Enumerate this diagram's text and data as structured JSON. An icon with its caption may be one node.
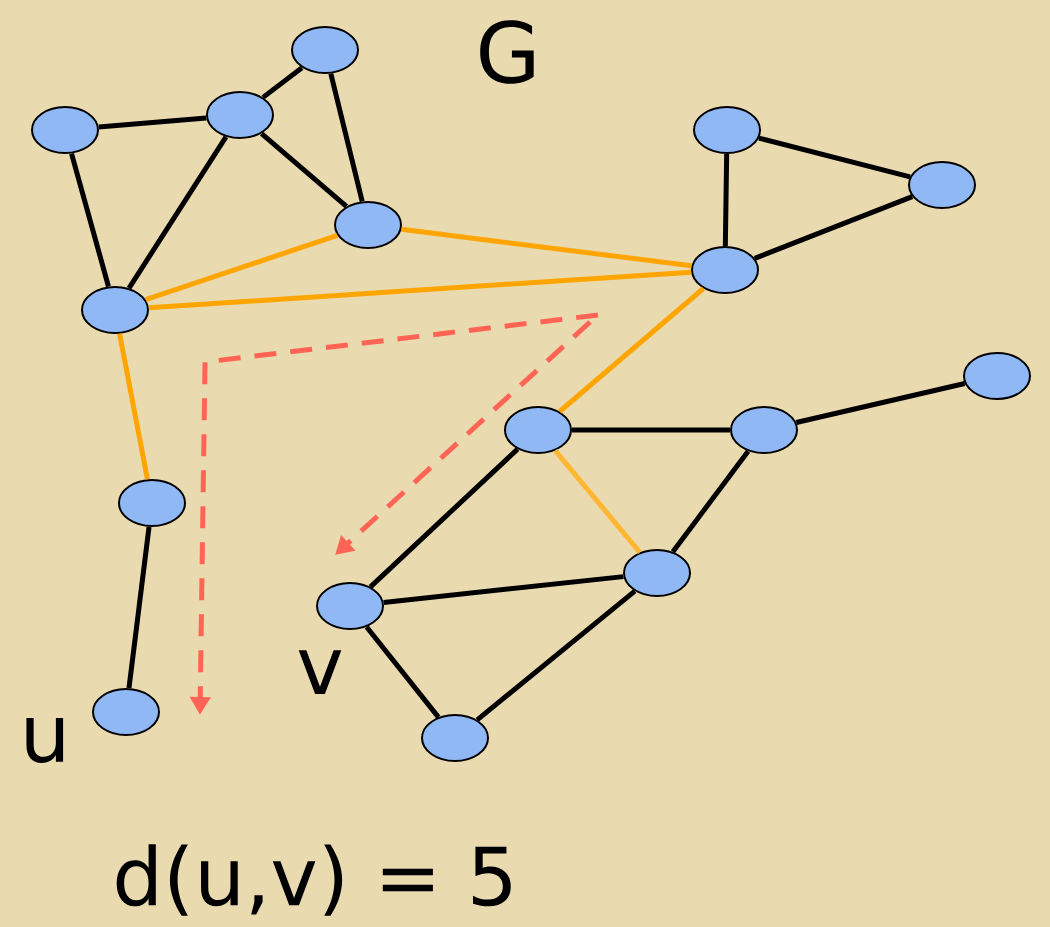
{
  "diagram": {
    "title": "G",
    "caption": "d(u,v) = 5",
    "nodes": [
      {
        "text": [],
        "shape": "circle"
      },
      {
        "text": [],
        "shape": "circle"
      },
      {
        "text": [],
        "shape": "circle"
      },
      {
        "text": [],
        "shape": "circle"
      },
      {
        "text": [],
        "shape": "circle"
      },
      {
        "text": [],
        "shape": "circle"
      },
      {
        "text": [],
        "shape": "circle"
      },
      {
        "text": [],
        "shape": "circle"
      },
      {
        "text": [],
        "shape": "circle"
      },
      {
        "text": [],
        "shape": "circle"
      },
      {
        "text": [],
        "shape": "circle"
      },
      {
        "text": [],
        "shape": "circle"
      },
      {
        "text": [],
        "shape": "circle"
      },
      {
        "text": [],
        "shape": "circle",
        "beside": [
          "v"
        ]
      },
      {
        "text": [],
        "shape": "circle",
        "beside": [
          "u"
        ]
      },
      {
        "text": [],
        "shape": "circle"
      }
    ],
    "edges": [
      {
        "from": 0,
        "to": 1,
        "arrow": "none"
      },
      {
        "from": 1,
        "to": 2,
        "arrow": "none"
      },
      {
        "from": 2,
        "to": 3,
        "arrow": "none"
      },
      {
        "from": 1,
        "to": 3,
        "arrow": "none"
      },
      {
        "from": 0,
        "to": 4,
        "arrow": "none"
      },
      {
        "from": 1,
        "to": 4,
        "arrow": "none"
      },
      {
        "from": 4,
        "to": 3,
        "arrow": "none",
        "color": "#ffa500"
      },
      {
        "from": 4,
        "to": 7,
        "arrow": "none",
        "color": "#ffa500"
      },
      {
        "from": 3,
        "to": 7,
        "arrow": "none",
        "color": "#ffa500"
      },
      {
        "from": 5,
        "to": 6,
        "arrow": "none"
      },
      {
        "from": 5,
        "to": 7,
        "arrow": "none"
      },
      {
        "from": 6,
        "to": 7,
        "arrow": "none"
      },
      {
        "from": 7,
        "to": 9,
        "arrow": "none",
        "color": "#ffa500"
      },
      {
        "from": 4,
        "to": 11,
        "arrow": "none",
        "color": "#ffa500"
      },
      {
        "from": 11,
        "to": 14,
        "arrow": "none"
      },
      {
        "from": 9,
        "to": 10,
        "arrow": "none"
      },
      {
        "from": 10,
        "to": 8,
        "arrow": "none"
      },
      {
        "from": 9,
        "to": 13,
        "arrow": "none"
      },
      {
        "from": 9,
        "to": 12,
        "arrow": "none",
        "color": "#ffb733"
      },
      {
        "from": 10,
        "to": 12,
        "arrow": "none"
      },
      {
        "from": 13,
        "to": 12,
        "arrow": "none"
      },
      {
        "from": 13,
        "to": 15,
        "arrow": "none"
      },
      {
        "from": 15,
        "to": 12,
        "arrow": "none"
      }
    ]
  }
}
